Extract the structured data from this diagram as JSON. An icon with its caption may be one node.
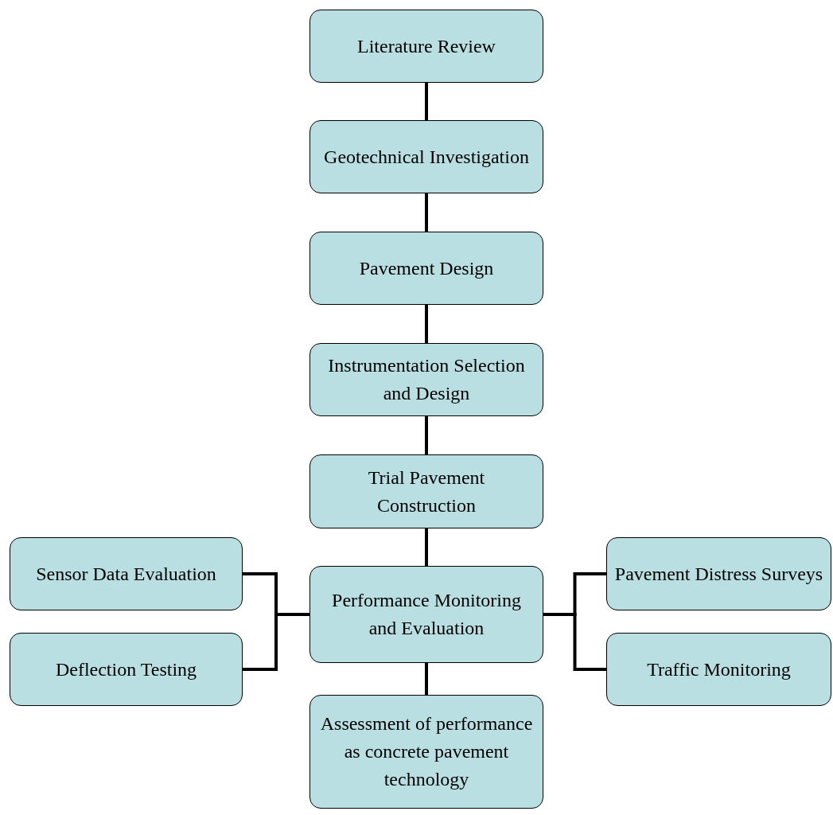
{
  "diagram": {
    "nodes": [
      {
        "text": [
          "Literature Review"
        ]
      },
      {
        "text": [
          "Geotechnical Investigation"
        ]
      },
      {
        "text": [
          "Pavement Design"
        ]
      },
      {
        "text": [
          "Instrumentation Selection and Design"
        ]
      },
      {
        "text": [
          "Trial Pavement Construction"
        ]
      },
      {
        "text": [
          "Sensor Data Evaluation"
        ]
      },
      {
        "text": [
          "Performance Monitoring and Evaluation"
        ]
      },
      {
        "text": [
          "Pavement Distress Surveys"
        ]
      },
      {
        "text": [
          "Deflection Testing"
        ]
      },
      {
        "text": [
          "Traffic Monitoring"
        ]
      },
      {
        "text": [
          "Assessment of performance as concrete pavement technology"
        ]
      }
    ],
    "edges": [
      {
        "from": 0,
        "to": 1,
        "arrow": "none"
      },
      {
        "from": 1,
        "to": 2,
        "arrow": "none"
      },
      {
        "from": 2,
        "to": 3,
        "arrow": "none"
      },
      {
        "from": 3,
        "to": 4,
        "arrow": "none"
      },
      {
        "from": 4,
        "to": 6,
        "arrow": "none"
      },
      {
        "from": 6,
        "to": 5,
        "arrow": "none"
      },
      {
        "from": 6,
        "to": 8,
        "arrow": "none"
      },
      {
        "from": 6,
        "to": 7,
        "arrow": "none"
      },
      {
        "from": 6,
        "to": 9,
        "arrow": "none"
      },
      {
        "from": 6,
        "to": 10,
        "arrow": "none"
      }
    ]
  }
}
